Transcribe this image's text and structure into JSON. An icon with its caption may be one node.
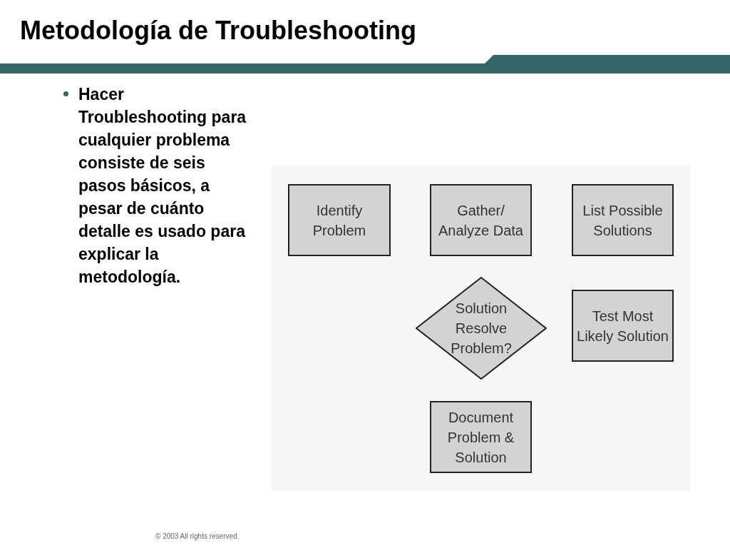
{
  "diagram": {
    "title": "Metodología de Troubleshooting",
    "nodes": [
      {
        "text": [
          "Identify Problem"
        ]
      },
      {
        "text": [
          "Gather/ Analyze Data"
        ]
      },
      {
        "text": [
          "List Possible Solutions"
        ]
      },
      {
        "text": [
          "Solution Resolve Problem?"
        ]
      },
      {
        "text": [
          "Test Most Likely Solution"
        ]
      },
      {
        "text": [
          "Document Problem & Solution"
        ]
      }
    ],
    "labels": [
      "Hacer Troubleshooting para cualquier problema consiste de seis pasos básicos, a pesar de cuánto detalle es usado para explicar la metodología.",
      "© 2003 All rights reserved."
    ]
  }
}
